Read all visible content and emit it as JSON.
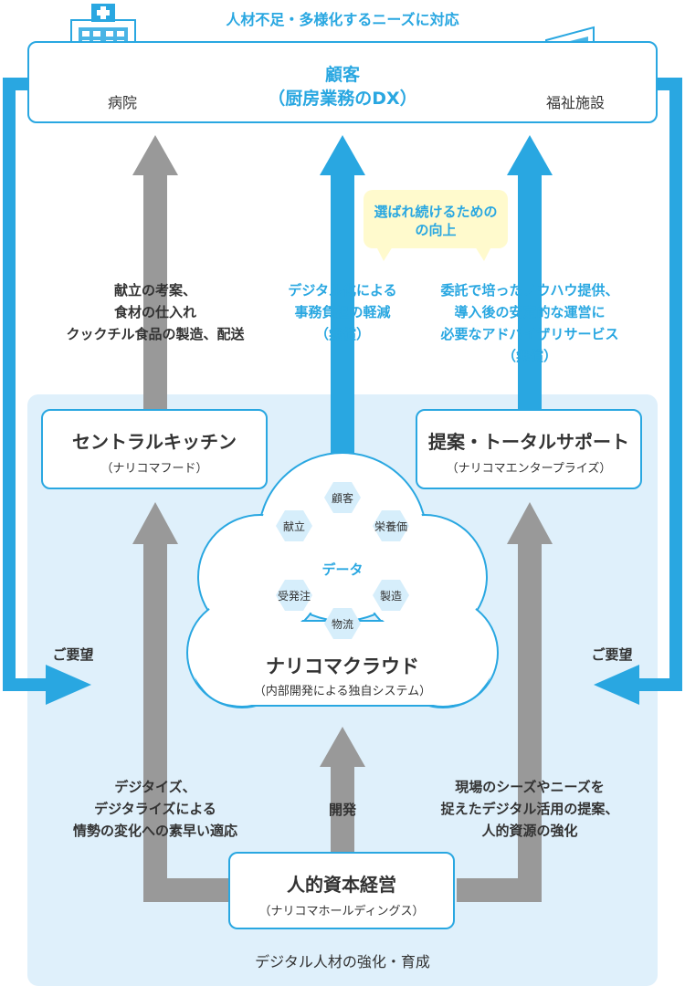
{
  "top_banner": "人材不足・多様化するニーズに対応",
  "customer": {
    "title": "顧客",
    "subtitle": "（厨房業務のDX）",
    "left_label": "病院",
    "right_label": "福祉施設"
  },
  "bubble": {
    "line1": "選ばれ続けるための",
    "line2": "の向上"
  },
  "arrow_labels": {
    "left_top": [
      "献立の考案、",
      "食材の仕入れ",
      "クックチル食品の製造、配送"
    ],
    "middle_top": [
      "デジタル化による",
      "事務負担の軽減",
      "（無償）"
    ],
    "right_top": [
      "委託で培ったノウハウ提供、",
      "導入後の安定的な運営に",
      "必要なアドバイザリサービス",
      "（無償）"
    ],
    "left_bottom": [
      "デジタイズ、",
      "デジタライズによる",
      "情勢の変化への素早い適応"
    ],
    "middle_bottom": "開発",
    "right_bottom": [
      "現場のシーズやニーズを",
      "捉えたデジタル活用の提案、",
      "人的資源の強化"
    ]
  },
  "request_left": "ご要望",
  "request_right": "ご要望",
  "central_kitchen": {
    "title": "セントラルキッチン",
    "subtitle": "（ナリコマフード）"
  },
  "total_support": {
    "title": "提案・トータルサポート",
    "subtitle": "（ナリコマエンタープライズ）"
  },
  "cloud": {
    "center": "データ",
    "hexes": [
      "顧客",
      "献立",
      "栄養価",
      "受発注",
      "製造",
      "物流"
    ],
    "title": "ナリコマクラウド",
    "subtitle": "（内部開発による独自システム）"
  },
  "holdings": {
    "title": "人的資本経営",
    "subtitle": "（ナリコマホールディングス）"
  },
  "footer": "デジタル人材の強化・育成",
  "colors": {
    "blue": "#29a7e1",
    "gray": "#999999",
    "light_blue_bg": "#dff0fb",
    "bubble_bg": "#fffacd"
  }
}
